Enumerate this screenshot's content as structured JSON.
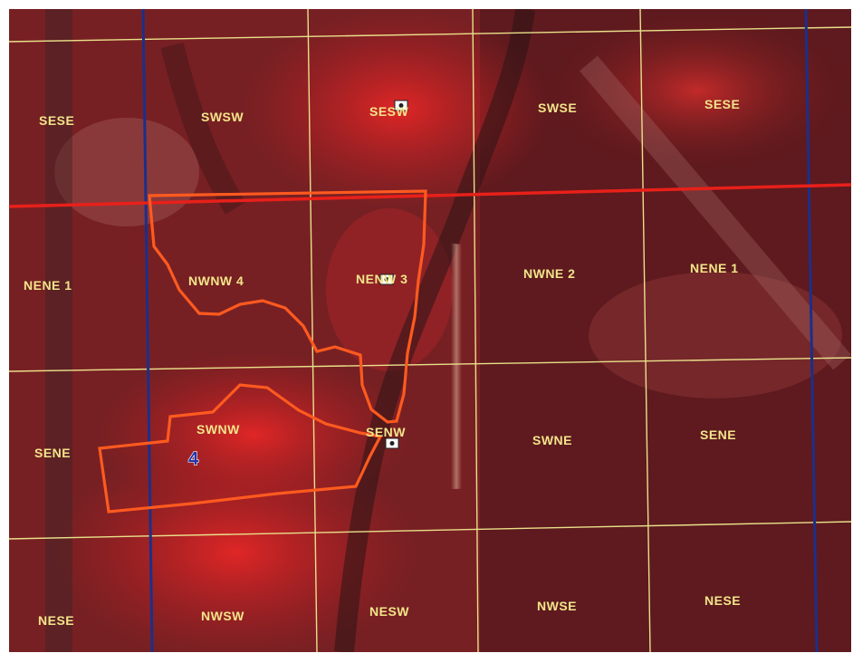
{
  "map": {
    "quarter_labels": [
      {
        "id": "sese-top-left",
        "text": "SESE"
      },
      {
        "id": "swsw-top",
        "text": "SWSW"
      },
      {
        "id": "sesw-top",
        "text": "SESW"
      },
      {
        "id": "swse-top",
        "text": "SWSE"
      },
      {
        "id": "sese-top-right",
        "text": "SESE"
      },
      {
        "id": "nene-left",
        "text": "NENE 1"
      },
      {
        "id": "nwnw",
        "text": "NWNW 4"
      },
      {
        "id": "nenw",
        "text": "NENW 3"
      },
      {
        "id": "nwne",
        "text": "NWNE 2"
      },
      {
        "id": "nene-right",
        "text": "NENE 1"
      },
      {
        "id": "sene-left",
        "text": "SENE"
      },
      {
        "id": "swnw",
        "text": "SWNW"
      },
      {
        "id": "senw",
        "text": "SENW"
      },
      {
        "id": "swne",
        "text": "SWNE"
      },
      {
        "id": "sene-right",
        "text": "SENE"
      },
      {
        "id": "nese",
        "text": "NESE"
      },
      {
        "id": "nwsw",
        "text": "NWSW"
      },
      {
        "id": "nesw",
        "text": "NESW"
      },
      {
        "id": "nwse",
        "text": "NWSE"
      },
      {
        "id": "nese-right",
        "text": "NESE"
      }
    ],
    "unit_number_label": "4",
    "colors": {
      "township_line": "#e8201a",
      "section_line": "#1b2f8a",
      "quarter_line": "#e9e08a",
      "boundary": "#ff5a1f",
      "label": "#f2e58a"
    },
    "well_icon_name": "well-pad-icon"
  }
}
